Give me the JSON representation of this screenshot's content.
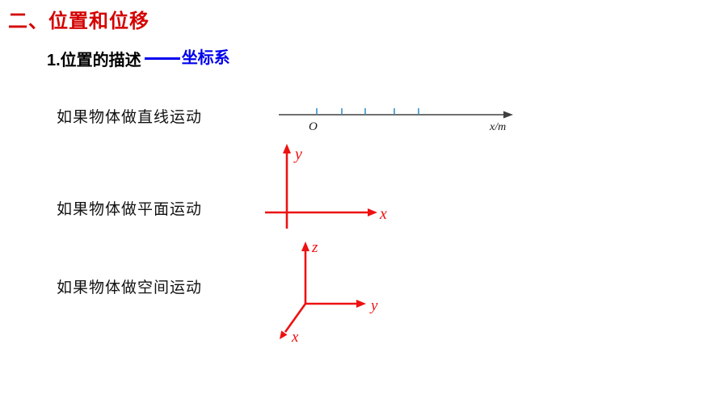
{
  "slide": {
    "title": "二、位置和位移",
    "subtitle": "1.位置的描述",
    "subtitle_link": "坐标系",
    "rows": [
      {
        "label": "如果物体做直线运动"
      },
      {
        "label": "如果物体做平面运动"
      },
      {
        "label": "如果物体做空间运动"
      }
    ]
  },
  "diagrams": {
    "number_line": {
      "origin_label": "O",
      "axis_label": "x/m"
    },
    "plane_axes": {
      "x_label": "x",
      "y_label": "y"
    },
    "space_axes": {
      "x_label": "x",
      "y_label": "y",
      "z_label": "z"
    }
  },
  "colors": {
    "title_red": "#d40000",
    "axis_red": "#ee1111",
    "link_blue": "#0000ee",
    "tick_blue": "#3a8fc7",
    "line_dark": "#404040"
  }
}
